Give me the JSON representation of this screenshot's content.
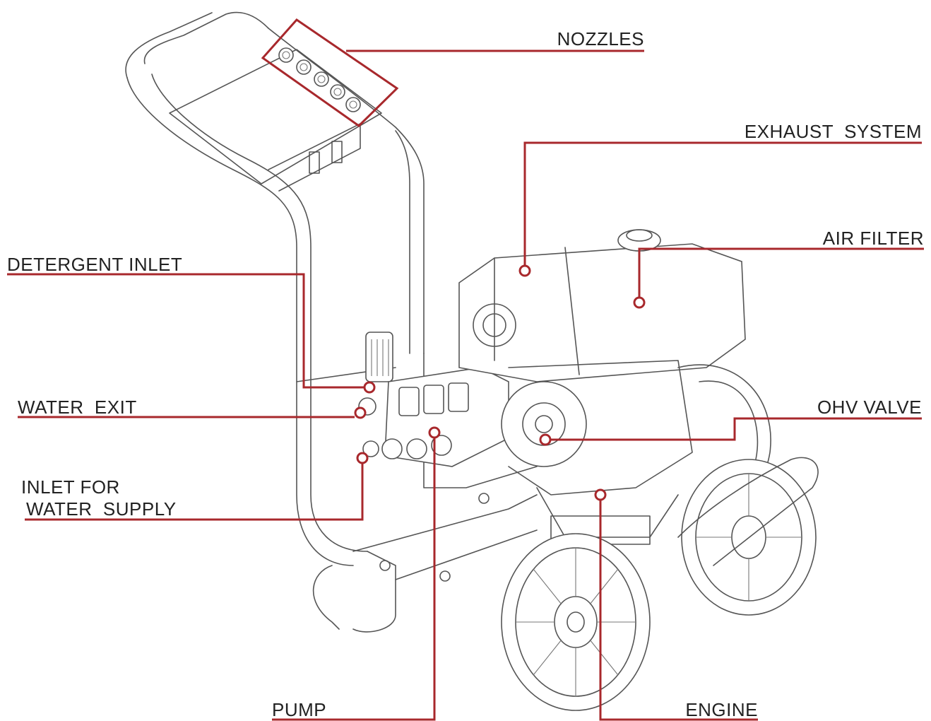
{
  "labels": {
    "nozzles": "NOZZLES",
    "exhaust_system": "EXHAUST  SYSTEM",
    "air_filter": "AIR FILTER",
    "detergent_inlet": "DETERGENT INLET",
    "water_exit": "WATER  EXIT",
    "ohv_valve": "OHV VALVE",
    "inlet_line1": "INLET FOR",
    "inlet_line2": "WATER  SUPPLY",
    "pump": "PUMP",
    "engine": "ENGINE"
  },
  "colors": {
    "leader": "#a8282c",
    "drawing": "#555555",
    "text": "#222222"
  }
}
